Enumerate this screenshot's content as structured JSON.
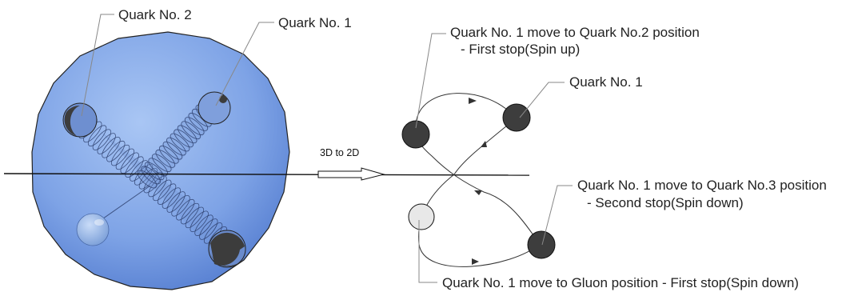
{
  "left_figure": {
    "label_quark2": "Quark No. 2",
    "label_quark1": "Quark No. 1"
  },
  "arrow": {
    "label": "3D to 2D"
  },
  "right_figure": {
    "label_first_stop_line1": "Quark No. 1 move to Quark No.2 position",
    "label_first_stop_line2": "- First stop(Spin up)",
    "label_quark1": "Quark No. 1",
    "label_second_stop_line1": "Quark No. 1 move to Quark No.3 position",
    "label_second_stop_line2": "- Second stop(Spin down)",
    "label_gluon_stop": "Quark No. 1 move to Gluon position - First stop(Spin down)"
  },
  "colors": {
    "sphere_light": "#a9c6f4",
    "sphere_dark": "#4f78cd",
    "quark_dark": "#3d3d3d",
    "gluon_light": "#e8e8e8"
  }
}
